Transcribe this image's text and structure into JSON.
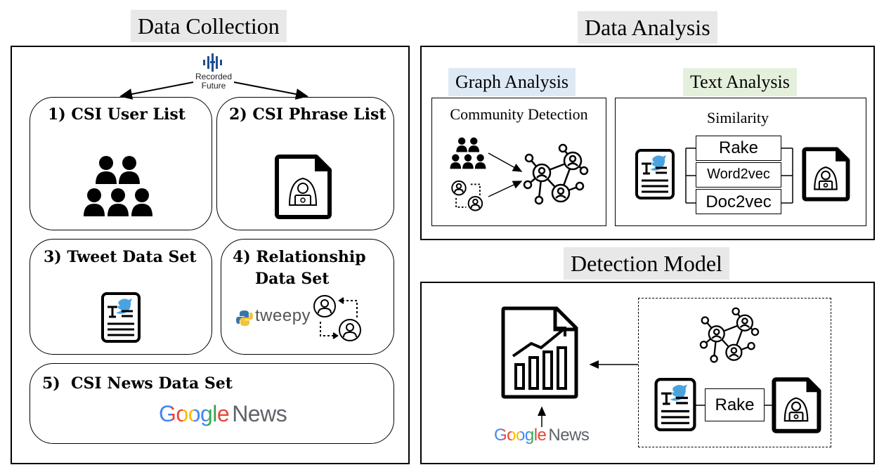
{
  "headings": {
    "data_collection": "Data Collection",
    "data_analysis": "Data Analysis",
    "detection_model": "Detection Model"
  },
  "colors": {
    "heading_bg": "#e8e8e8",
    "graph_analysis_bg": "#dde9f5",
    "text_analysis_bg": "#e4f0dc",
    "twitter_blue": "#4aa3df",
    "recorded_future_blue": "#1d4f91"
  },
  "collection": {
    "source_logo_lines": [
      "Recorded",
      "Future"
    ],
    "boxes": [
      {
        "label": "1) CSI User List",
        "icon": "user-group-icon"
      },
      {
        "label": "2) CSI Phrase List",
        "icon": "hacker-document-icon"
      },
      {
        "label": "3) Tweet Data Set",
        "icon": "tweet-document-icon"
      },
      {
        "label_line1": "4) Relationship",
        "label_line2": "Data Set",
        "icon": "user-relationship-icon",
        "tool": "tweepy"
      },
      {
        "label": "5)  CSI News Data Set",
        "icon": "google-news-logo"
      }
    ]
  },
  "analysis": {
    "graph_title": "Graph Analysis",
    "graph_task": "Community Detection",
    "text_title": "Text Analysis",
    "text_task": "Similarity",
    "methods": [
      "Rake",
      "Word2vec",
      "Doc2vec"
    ]
  },
  "detection": {
    "method": "Rake",
    "news_source": {
      "google": "Google",
      "news": "News"
    }
  }
}
